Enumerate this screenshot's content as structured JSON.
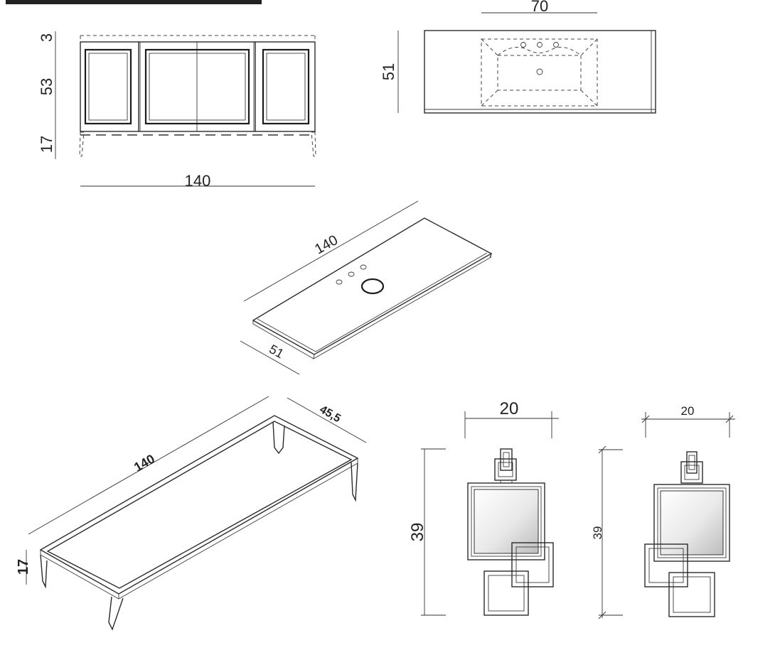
{
  "front_view": {
    "width_label": "140",
    "top_label": "3",
    "body_label": "53",
    "legs_label": "17"
  },
  "top_view": {
    "basin_width_label": "70",
    "depth_label": "51"
  },
  "worktop": {
    "length_label": "140",
    "depth_label": "51"
  },
  "frame": {
    "length_label": "140",
    "depth_label": "45,5",
    "height_label": "17"
  },
  "sconce_front": {
    "width_label": "20",
    "height_label": "39"
  },
  "sconce_side": {
    "width_label": "20",
    "height_label": "39"
  },
  "colors": {
    "line": "#2a2a2a",
    "background": "#ffffff"
  }
}
